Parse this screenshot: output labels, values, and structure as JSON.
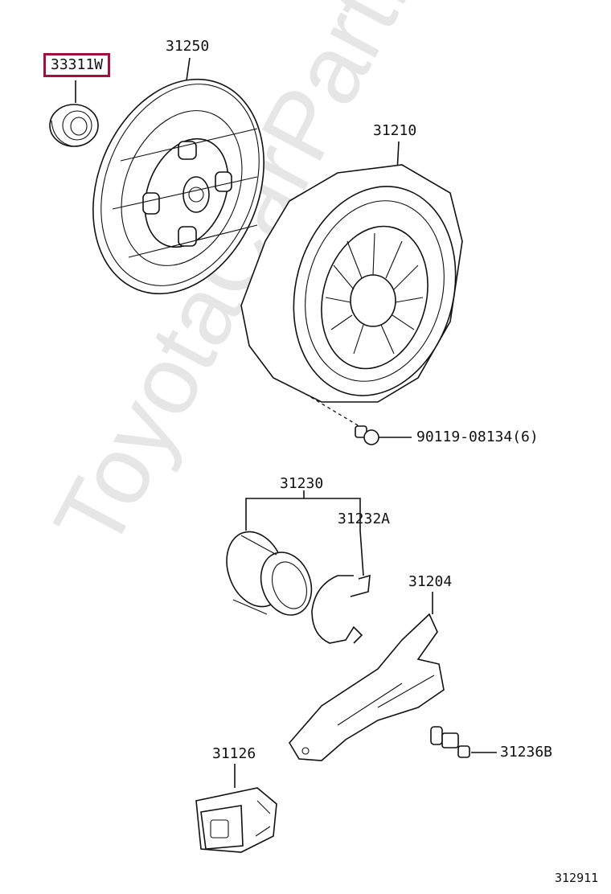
{
  "watermark": "ToyotaCarPart.ru",
  "labels": {
    "release_bearing_part": "33311W",
    "clutch_disc": "31250",
    "clutch_cover": "31210",
    "bolt": "90119-08134(6)",
    "release_bearing_hub": "31230",
    "clip": "31232A",
    "release_fork": "31204",
    "boot": "31126",
    "pivot_stud": "31236B",
    "diagram_id": "312911"
  },
  "colors": {
    "highlight": "#a0123c",
    "line": "#111111",
    "watermark": "#e6e6e6"
  }
}
